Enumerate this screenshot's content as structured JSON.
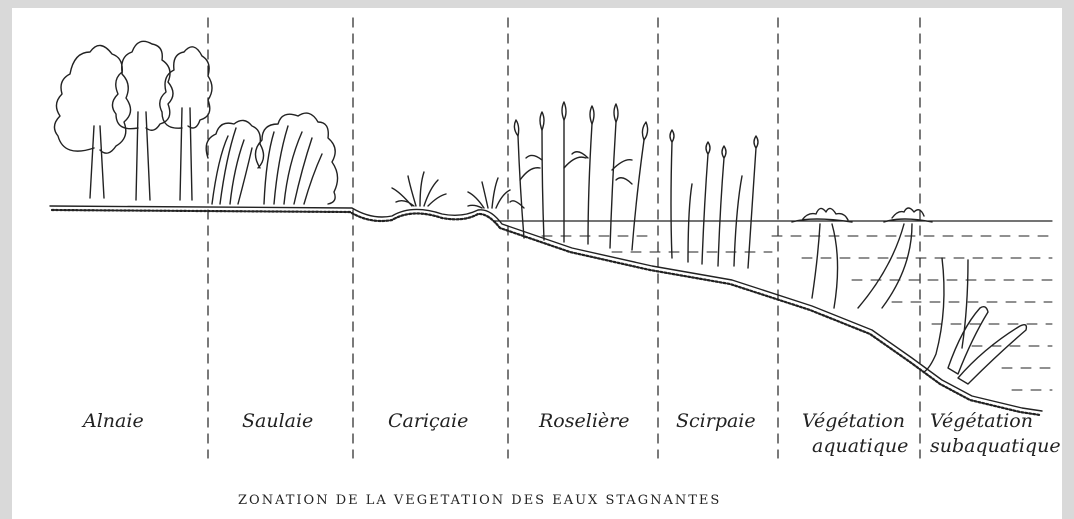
{
  "zones": [
    {
      "label": "Alnaie"
    },
    {
      "label": "Saulaie"
    },
    {
      "label": "Cariçaie"
    },
    {
      "label": "Roselière"
    },
    {
      "label": "Scirpaie"
    },
    {
      "label_line1": "Végétation",
      "label_line2": "aquatique"
    },
    {
      "label_line1": "Végétation",
      "label_line2": "subaquatique"
    }
  ],
  "caption": "ZONATION DE LA VEGETATION   DES   EAUX  STAGNANTES",
  "colors": {
    "ink": "#222222",
    "paper": "#ffffff",
    "frame": "#d9d9d9"
  }
}
